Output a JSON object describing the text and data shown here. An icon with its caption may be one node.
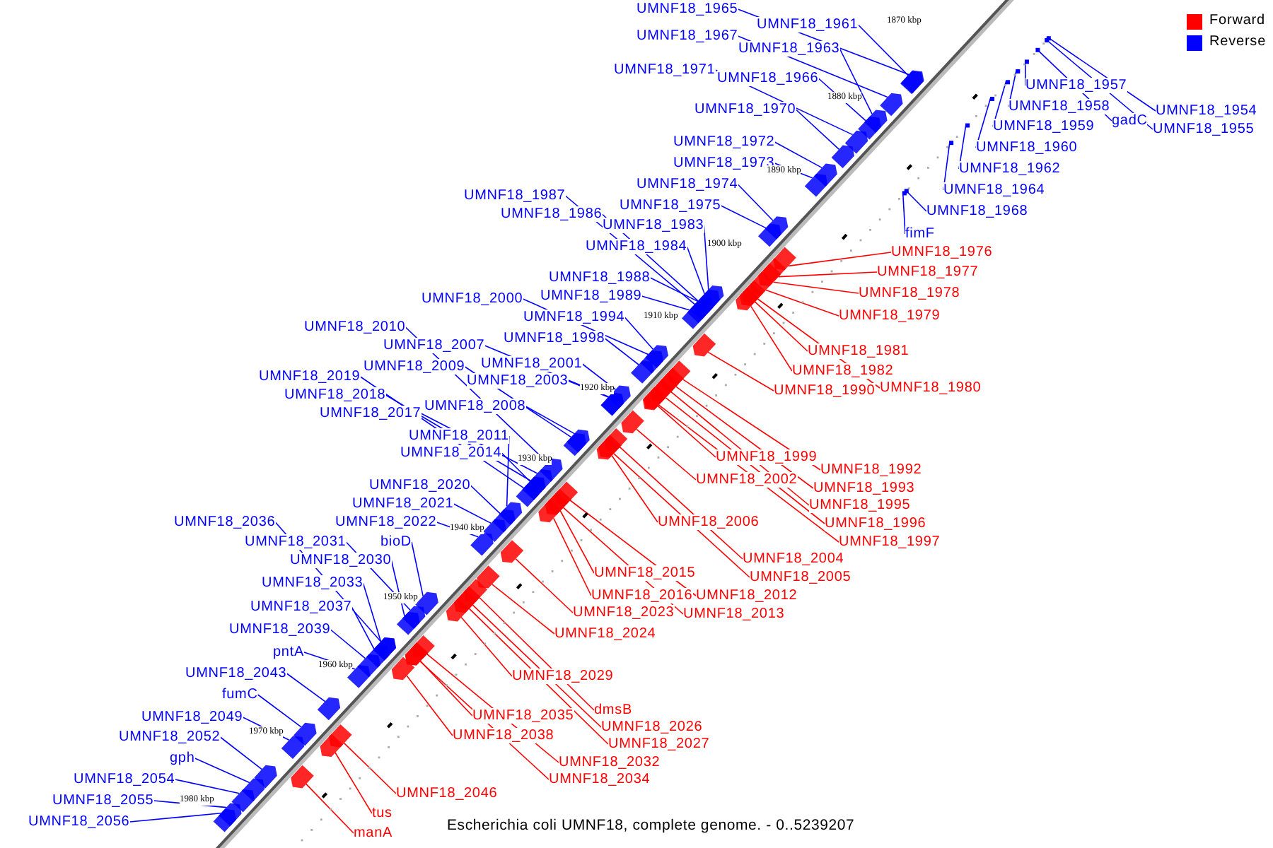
{
  "diagram": {
    "caption": "Escherichia coli UMNF18, complete genome. - 0..5239207",
    "nodes": [
      {
        "text": [
          "UMNF18_1965"
        ]
      },
      {
        "text": [
          "UMNF18_1961"
        ]
      },
      {
        "text": [
          "UMNF18_1967"
        ]
      },
      {
        "text": [
          "UMNF18_1963"
        ]
      },
      {
        "text": [
          "UMNF18_1957"
        ]
      },
      {
        "text": [
          "UMNF18_1971"
        ]
      },
      {
        "text": [
          "UMNF18_1966"
        ]
      },
      {
        "text": [
          "UMNF18_1958"
        ]
      },
      {
        "text": [
          "UMNF18_1954"
        ]
      },
      {
        "text": [
          "gadC"
        ]
      },
      {
        "text": [
          "UMNF18_1955"
        ]
      },
      {
        "text": [
          "UMNF18_1959"
        ]
      },
      {
        "text": [
          "UMNF18_1970"
        ]
      },
      {
        "text": [
          "UMNF18_1972"
        ]
      },
      {
        "text": [
          "UMNF18_1960"
        ]
      },
      {
        "text": [
          "UMNF18_1973"
        ]
      },
      {
        "text": [
          "UMNF18_1962"
        ]
      },
      {
        "text": [
          "UMNF18_1974"
        ]
      },
      {
        "text": [
          "UMNF18_1964"
        ]
      },
      {
        "text": [
          "UMNF18_1987"
        ]
      },
      {
        "text": [
          "UMNF18_1975"
        ]
      },
      {
        "text": [
          "UMNF18_1968"
        ]
      },
      {
        "text": [
          "UMNF18_1986"
        ]
      },
      {
        "text": [
          "UMNF18_1983"
        ]
      },
      {
        "text": [
          "fimF"
        ]
      },
      {
        "text": [
          "UMNF18_1984"
        ]
      },
      {
        "text": [
          "UMNF18_1976"
        ]
      },
      {
        "text": [
          "UMNF18_1977"
        ]
      },
      {
        "text": [
          "UMNF18_1988"
        ]
      },
      {
        "text": [
          "UMNF18_1978"
        ]
      },
      {
        "text": [
          "UMNF18_1989"
        ]
      },
      {
        "text": [
          "UMNF18_2000"
        ]
      },
      {
        "text": [
          "UMNF18_1979"
        ]
      },
      {
        "text": [
          "UMNF18_1994"
        ]
      },
      {
        "text": [
          "UMNF18_2010"
        ]
      },
      {
        "text": [
          "UMNF18_1998"
        ]
      },
      {
        "text": [
          "UMNF18_2007"
        ]
      },
      {
        "text": [
          "UMNF18_1981"
        ]
      },
      {
        "text": [
          "UMNF18_2001"
        ]
      },
      {
        "text": [
          "UMNF18_2009"
        ]
      },
      {
        "text": [
          "UMNF18_1982"
        ]
      },
      {
        "text": [
          "UMNF18_2019"
        ]
      },
      {
        "text": [
          "UMNF18_2003"
        ]
      },
      {
        "text": [
          "UMNF18_1980"
        ]
      },
      {
        "text": [
          "UMNF18_1990"
        ]
      },
      {
        "text": [
          "UMNF18_2018"
        ]
      },
      {
        "text": [
          "UMNF18_2008"
        ]
      },
      {
        "text": [
          "UMNF18_2017"
        ]
      },
      {
        "text": [
          "UMNF18_2011"
        ]
      },
      {
        "text": [
          "UMNF18_2014"
        ]
      },
      {
        "text": [
          "UMNF18_1999"
        ]
      },
      {
        "text": [
          "UMNF18_1992"
        ]
      },
      {
        "text": [
          "UMNF18_2002"
        ]
      },
      {
        "text": [
          "UMNF18_2020"
        ]
      },
      {
        "text": [
          "UMNF18_1993"
        ]
      },
      {
        "text": [
          "UMNF18_2021"
        ]
      },
      {
        "text": [
          "UMNF18_1995"
        ]
      },
      {
        "text": [
          "UMNF18_2036"
        ]
      },
      {
        "text": [
          "UMNF18_2022"
        ]
      },
      {
        "text": [
          "UMNF18_2006"
        ]
      },
      {
        "text": [
          "UMNF18_1996"
        ]
      },
      {
        "text": [
          "UMNF18_2031"
        ]
      },
      {
        "text": [
          "bioD"
        ]
      },
      {
        "text": [
          "UMNF18_1997"
        ]
      },
      {
        "text": [
          "UMNF18_2004"
        ]
      },
      {
        "text": [
          "UMNF18_2030"
        ]
      },
      {
        "text": [
          "UMNF18_2015"
        ]
      },
      {
        "text": [
          "UMNF18_2005"
        ]
      },
      {
        "text": [
          "UMNF18_2033"
        ]
      },
      {
        "text": [
          "UMNF18_2016"
        ]
      },
      {
        "text": [
          "UMNF18_2012"
        ]
      },
      {
        "text": [
          "UMNF18_2037"
        ]
      },
      {
        "text": [
          "UMNF18_2023"
        ]
      },
      {
        "text": [
          "UMNF18_2013"
        ]
      },
      {
        "text": [
          "UMNF18_2039"
        ]
      },
      {
        "text": [
          "UMNF18_2024"
        ]
      },
      {
        "text": [
          "pntA"
        ]
      },
      {
        "text": [
          "UMNF18_2043"
        ]
      },
      {
        "text": [
          "UMNF18_2029"
        ]
      },
      {
        "text": [
          "fumC"
        ]
      },
      {
        "text": [
          "dmsB"
        ]
      },
      {
        "text": [
          "UMNF18_2035"
        ]
      },
      {
        "text": [
          "UMNF18_2049"
        ]
      },
      {
        "text": [
          "UMNF18_2026"
        ]
      },
      {
        "text": [
          "UMNF18_2038"
        ]
      },
      {
        "text": [
          "UMNF18_2052"
        ]
      },
      {
        "text": [
          "UMNF18_2027"
        ]
      },
      {
        "text": [
          "gph"
        ]
      },
      {
        "text": [
          "UMNF18_2032"
        ]
      },
      {
        "text": [
          "UMNF18_2054"
        ]
      },
      {
        "text": [
          "UMNF18_2034"
        ]
      },
      {
        "text": [
          "UMNF18_2046"
        ]
      },
      {
        "text": [
          "UMNF18_2055"
        ]
      },
      {
        "text": [
          "tus"
        ]
      },
      {
        "text": [
          "UMNF18_2056"
        ]
      },
      {
        "text": [
          "manA"
        ]
      },
      {
        "text": [],
        "shape": "bar"
      },
      {
        "text": [],
        "shape": "bar"
      },
      {
        "text": [],
        "shape": "bar"
      },
      {
        "text": [],
        "shape": "bar"
      },
      {
        "text": [],
        "shape": "box"
      },
      {
        "text": [],
        "shape": "bar"
      },
      {
        "text": [],
        "shape": "bar"
      },
      {
        "text": [],
        "shape": "box"
      },
      {
        "text": [],
        "shape": "box"
      },
      {
        "text": [],
        "shape": "box"
      },
      {
        "text": [],
        "shape": "box"
      },
      {
        "text": [],
        "shape": "box"
      },
      {
        "text": [],
        "shape": "bar"
      },
      {
        "text": [],
        "shape": "bar"
      },
      {
        "text": [],
        "shape": "box"
      },
      {
        "text": [],
        "shape": "bar"
      },
      {
        "text": [],
        "shape": "box"
      },
      {
        "text": [],
        "shape": "bar"
      },
      {
        "text": [],
        "shape": "box"
      },
      {
        "text": [],
        "shape": "bar"
      },
      {
        "text": [],
        "shape": "bar"
      },
      {
        "text": [],
        "shape": "box"
      },
      {
        "text": [],
        "shape": "bar"
      },
      {
        "text": [],
        "shape": "bar"
      },
      {
        "text": [],
        "shape": "box"
      },
      {
        "text": [],
        "shape": "bar"
      },
      {
        "text": [],
        "shape": "bar"
      },
      {
        "text": [],
        "shape": "bar"
      },
      {
        "text": [],
        "shape": "bar"
      },
      {
        "text": [],
        "shape": "bar"
      },
      {
        "text": [],
        "shape": "bar"
      },
      {
        "text": [],
        "shape": "bar"
      },
      {
        "text": [],
        "shape": "bar"
      },
      {
        "text": [],
        "shape": "bar"
      },
      {
        "text": [],
        "shape": "bar"
      },
      {
        "text": [],
        "shape": "bar"
      },
      {
        "text": [],
        "shape": "bar"
      },
      {
        "text": [],
        "shape": "bar"
      },
      {
        "text": [],
        "shape": "bar"
      },
      {
        "text": [],
        "shape": "bar"
      },
      {
        "text": [],
        "shape": "bar"
      },
      {
        "text": [],
        "shape": "bar"
      },
      {
        "text": [],
        "shape": "bar"
      },
      {
        "text": [],
        "shape": "bar"
      },
      {
        "text": [],
        "shape": "bar"
      },
      {
        "text": [],
        "shape": "bar"
      },
      {
        "text": [],
        "shape": "bar"
      },
      {
        "text": [],
        "shape": "bar"
      },
      {
        "text": [],
        "shape": "bar"
      },
      {
        "text": [],
        "shape": "bar"
      },
      {
        "text": [],
        "shape": "bar"
      },
      {
        "text": [],
        "shape": "bar"
      },
      {
        "text": [],
        "shape": "bar"
      },
      {
        "text": [],
        "shape": "bar"
      },
      {
        "text": [],
        "shape": "bar"
      },
      {
        "text": [],
        "shape": "bar"
      },
      {
        "text": [],
        "shape": "bar"
      },
      {
        "text": [],
        "shape": "bar"
      },
      {
        "text": [],
        "shape": "bar"
      },
      {
        "text": [],
        "shape": "bar"
      },
      {
        "text": [],
        "shape": "bar"
      },
      {
        "text": [],
        "shape": "bar"
      },
      {
        "text": [],
        "shape": "bar"
      },
      {
        "text": [],
        "shape": "bar"
      },
      {
        "text": [],
        "shape": "bar"
      },
      {
        "text": [],
        "shape": "bar"
      },
      {
        "text": [],
        "shape": "bar"
      },
      {
        "text": [],
        "shape": "bar"
      },
      {
        "text": [],
        "shape": "bar"
      },
      {
        "text": [],
        "shape": "bar"
      },
      {
        "text": [],
        "shape": "bar"
      },
      {
        "text": [],
        "shape": "bar"
      },
      {
        "text": [],
        "shape": "bar"
      },
      {
        "text": [],
        "shape": "bar"
      },
      {
        "text": [],
        "shape": "bar"
      },
      {
        "text": [],
        "shape": "bar"
      },
      {
        "text": [],
        "shape": "bar"
      },
      {
        "text": [],
        "shape": "bar"
      },
      {
        "text": [],
        "shape": "bar"
      },
      {
        "text": [],
        "shape": "bar"
      },
      {
        "text": [],
        "shape": "bar"
      },
      {
        "text": [],
        "shape": "bar"
      },
      {
        "text": [],
        "shape": "bar"
      },
      {
        "text": [],
        "shape": "bar"
      },
      {
        "text": [],
        "shape": "bar"
      },
      {
        "text": [],
        "shape": "bar"
      },
      {
        "text": [],
        "shape": "bar"
      },
      {
        "text": [],
        "shape": "bar"
      },
      {
        "text": [],
        "shape": "bar"
      },
      {
        "text": [],
        "shape": "bar"
      },
      {
        "text": [],
        "shape": "bar"
      },
      {
        "text": [],
        "shape": "bar"
      },
      {
        "text": [],
        "shape": "bar"
      },
      {
        "text": [],
        "shape": "bar"
      },
      {
        "text": [],
        "shape": "bar"
      },
      {
        "text": [],
        "shape": "bar"
      }
    ],
    "edges": [
      {
        "from": 0,
        "to": 96,
        "arrow": "none"
      },
      {
        "from": 1,
        "to": 97,
        "arrow": "none"
      },
      {
        "from": 2,
        "to": 98,
        "arrow": "none"
      },
      {
        "from": 3,
        "to": 99,
        "arrow": "none"
      },
      {
        "from": 4,
        "to": 100,
        "arrow": "none"
      },
      {
        "from": 5,
        "to": 101,
        "arrow": "none"
      },
      {
        "from": 6,
        "to": 102,
        "arrow": "none"
      },
      {
        "from": 7,
        "to": 103,
        "arrow": "none"
      },
      {
        "from": 8,
        "to": 104,
        "arrow": "none"
      },
      {
        "from": 9,
        "to": 105,
        "arrow": "none"
      },
      {
        "from": 10,
        "to": 106,
        "arrow": "none"
      },
      {
        "from": 11,
        "to": 107,
        "arrow": "none"
      },
      {
        "from": 12,
        "to": 108,
        "arrow": "none"
      },
      {
        "from": 13,
        "to": 109,
        "arrow": "none"
      },
      {
        "from": 14,
        "to": 110,
        "arrow": "none"
      },
      {
        "from": 15,
        "to": 111,
        "arrow": "none"
      },
      {
        "from": 16,
        "to": 112,
        "arrow": "none"
      },
      {
        "from": 17,
        "to": 113,
        "arrow": "none"
      },
      {
        "from": 18,
        "to": 114,
        "arrow": "none"
      },
      {
        "from": 19,
        "to": 115,
        "arrow": "none"
      },
      {
        "from": 20,
        "to": 116,
        "arrow": "none"
      },
      {
        "from": 21,
        "to": 117,
        "arrow": "none"
      },
      {
        "from": 22,
        "to": 118,
        "arrow": "none"
      },
      {
        "from": 23,
        "to": 119,
        "arrow": "none"
      },
      {
        "from": 24,
        "to": 120,
        "arrow": "none"
      },
      {
        "from": 25,
        "to": 121,
        "arrow": "none"
      },
      {
        "from": 26,
        "to": 122,
        "arrow": "none",
        "color": "#ff0000"
      },
      {
        "from": 27,
        "to": 123,
        "arrow": "none",
        "color": "#ff0000"
      },
      {
        "from": 28,
        "to": 124,
        "arrow": "none"
      },
      {
        "from": 29,
        "to": 125,
        "arrow": "none",
        "color": "#ff0000"
      },
      {
        "from": 30,
        "to": 126,
        "arrow": "none"
      },
      {
        "from": 31,
        "to": 127,
        "arrow": "none"
      },
      {
        "from": 32,
        "to": 128,
        "arrow": "none",
        "color": "#ff0000"
      },
      {
        "from": 33,
        "to": 129,
        "arrow": "none"
      },
      {
        "from": 34,
        "to": 130,
        "arrow": "none"
      },
      {
        "from": 35,
        "to": 131,
        "arrow": "none"
      },
      {
        "from": 36,
        "to": 132,
        "arrow": "none"
      },
      {
        "from": 37,
        "to": 133,
        "arrow": "none",
        "color": "#ff0000"
      },
      {
        "from": 38,
        "to": 134,
        "arrow": "none"
      },
      {
        "from": 39,
        "to": 135,
        "arrow": "none"
      },
      {
        "from": 40,
        "to": 136,
        "arrow": "none",
        "color": "#ff0000"
      },
      {
        "from": 41,
        "to": 137,
        "arrow": "none"
      },
      {
        "from": 42,
        "to": 138,
        "arrow": "none"
      },
      {
        "from": 43,
        "to": 139,
        "arrow": "none",
        "color": "#ff0000"
      },
      {
        "from": 44,
        "to": 140,
        "arrow": "none",
        "color": "#ff0000"
      },
      {
        "from": 45,
        "to": 141,
        "arrow": "none"
      },
      {
        "from": 46,
        "to": 142,
        "arrow": "none"
      },
      {
        "from": 47,
        "to": 143,
        "arrow": "none"
      },
      {
        "from": 48,
        "to": 144,
        "arrow": "none"
      },
      {
        "from": 49,
        "to": 145,
        "arrow": "none"
      },
      {
        "from": 50,
        "to": 146,
        "arrow": "none",
        "color": "#ff0000"
      },
      {
        "from": 51,
        "to": 147,
        "arrow": "none",
        "color": "#ff0000"
      },
      {
        "from": 52,
        "to": 148,
        "arrow": "none",
        "color": "#ff0000"
      },
      {
        "from": 53,
        "to": 149,
        "arrow": "none"
      },
      {
        "from": 54,
        "to": 150,
        "arrow": "none",
        "color": "#ff0000"
      },
      {
        "from": 55,
        "to": 151,
        "arrow": "none"
      },
      {
        "from": 56,
        "to": 152,
        "arrow": "none",
        "color": "#ff0000"
      },
      {
        "from": 57,
        "to": 153,
        "arrow": "none"
      },
      {
        "from": 58,
        "to": 154,
        "arrow": "none"
      },
      {
        "from": 59,
        "to": 155,
        "arrow": "none",
        "color": "#ff0000"
      },
      {
        "from": 60,
        "to": 156,
        "arrow": "none",
        "color": "#ff0000"
      },
      {
        "from": 61,
        "to": 157,
        "arrow": "none"
      },
      {
        "from": 62,
        "to": 158,
        "arrow": "none"
      },
      {
        "from": 63,
        "to": 159,
        "arrow": "none",
        "color": "#ff0000"
      },
      {
        "from": 64,
        "to": 160,
        "arrow": "none",
        "color": "#ff0000"
      },
      {
        "from": 65,
        "to": 161,
        "arrow": "none"
      },
      {
        "from": 66,
        "to": 162,
        "arrow": "none",
        "color": "#ff0000"
      },
      {
        "from": 67,
        "to": 163,
        "arrow": "none",
        "color": "#ff0000"
      },
      {
        "from": 68,
        "to": 164,
        "arrow": "none"
      },
      {
        "from": 69,
        "to": 165,
        "arrow": "none",
        "color": "#ff0000"
      },
      {
        "from": 70,
        "to": 166,
        "arrow": "none",
        "color": "#ff0000"
      },
      {
        "from": 71,
        "to": 167,
        "arrow": "none"
      },
      {
        "from": 72,
        "to": 168,
        "arrow": "none",
        "color": "#ff0000"
      },
      {
        "from": 73,
        "to": 169,
        "arrow": "none",
        "color": "#ff0000"
      },
      {
        "from": 74,
        "to": 170,
        "arrow": "none"
      },
      {
        "from": 75,
        "to": 171,
        "arrow": "none",
        "color": "#ff0000"
      },
      {
        "from": 76,
        "to": 172,
        "arrow": "none"
      },
      {
        "from": 77,
        "to": 173,
        "arrow": "none"
      },
      {
        "from": 78,
        "to": 174,
        "arrow": "none",
        "color": "#ff0000"
      },
      {
        "from": 79,
        "to": 175,
        "arrow": "none"
      },
      {
        "from": 80,
        "to": 176,
        "arrow": "none",
        "color": "#ff0000"
      },
      {
        "from": 81,
        "to": 177,
        "arrow": "none",
        "color": "#ff0000"
      },
      {
        "from": 82,
        "to": 178,
        "arrow": "none"
      },
      {
        "from": 83,
        "to": 179,
        "arrow": "none",
        "color": "#ff0000"
      },
      {
        "from": 84,
        "to": 180,
        "arrow": "none",
        "color": "#ff0000"
      },
      {
        "from": 85,
        "to": 181,
        "arrow": "none"
      },
      {
        "from": 86,
        "to": 182,
        "arrow": "none",
        "color": "#ff0000"
      },
      {
        "from": 87,
        "to": 183,
        "arrow": "none"
      },
      {
        "from": 88,
        "to": 184,
        "arrow": "none",
        "color": "#ff0000"
      },
      {
        "from": 89,
        "to": 185,
        "arrow": "none"
      },
      {
        "from": 90,
        "to": 186,
        "arrow": "none",
        "color": "#ff0000"
      },
      {
        "from": 91,
        "to": 187,
        "arrow": "none",
        "color": "#ff0000"
      },
      {
        "from": 92,
        "to": 188,
        "arrow": "none"
      },
      {
        "from": 93,
        "to": 189,
        "arrow": "none",
        "color": "#ff0000"
      },
      {
        "from": 94,
        "to": 190,
        "arrow": "none"
      },
      {
        "from": 95,
        "to": 191,
        "arrow": "none",
        "color": "#ff0000"
      }
    ],
    "labels": [
      "1870 kbp",
      "1880 kbp",
      "1890 kbp",
      "1900 kbp",
      "1910 kbp",
      "1920 kbp",
      "1930 kbp",
      "1940 kbp",
      "1950 kbp",
      "1960 kbp",
      "1970 kbp",
      "1980 kbp"
    ],
    "legend": [
      {
        "text": "Forward",
        "color": "#ff0000"
      },
      {
        "text": "Reverse",
        "color": "#0000ff"
      }
    ]
  }
}
